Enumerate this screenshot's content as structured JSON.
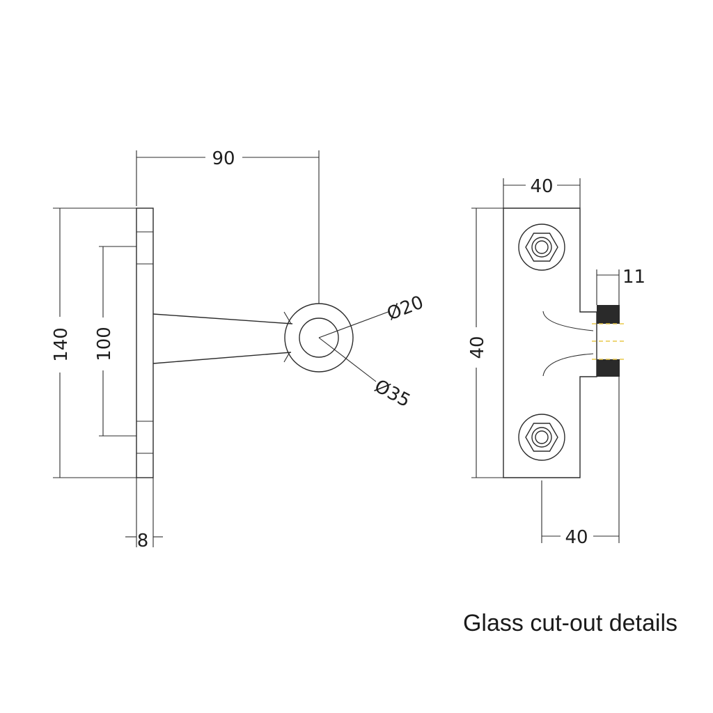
{
  "side_view": {
    "dims": {
      "length": "90",
      "height_total": "140",
      "hole_spacing": "100",
      "plate_thickness": "8",
      "inner_diameter": "Ø20",
      "outer_diameter": "Ø35"
    }
  },
  "front_view": {
    "dims": {
      "width_top": "40",
      "height": "40",
      "width_bottom": "40",
      "glass_thickness": "11"
    }
  },
  "caption": "Glass cut-out details",
  "colors": {
    "line": "#2b2b2b",
    "gasket": "#2a2a2a",
    "guide": "#e8c84a"
  }
}
